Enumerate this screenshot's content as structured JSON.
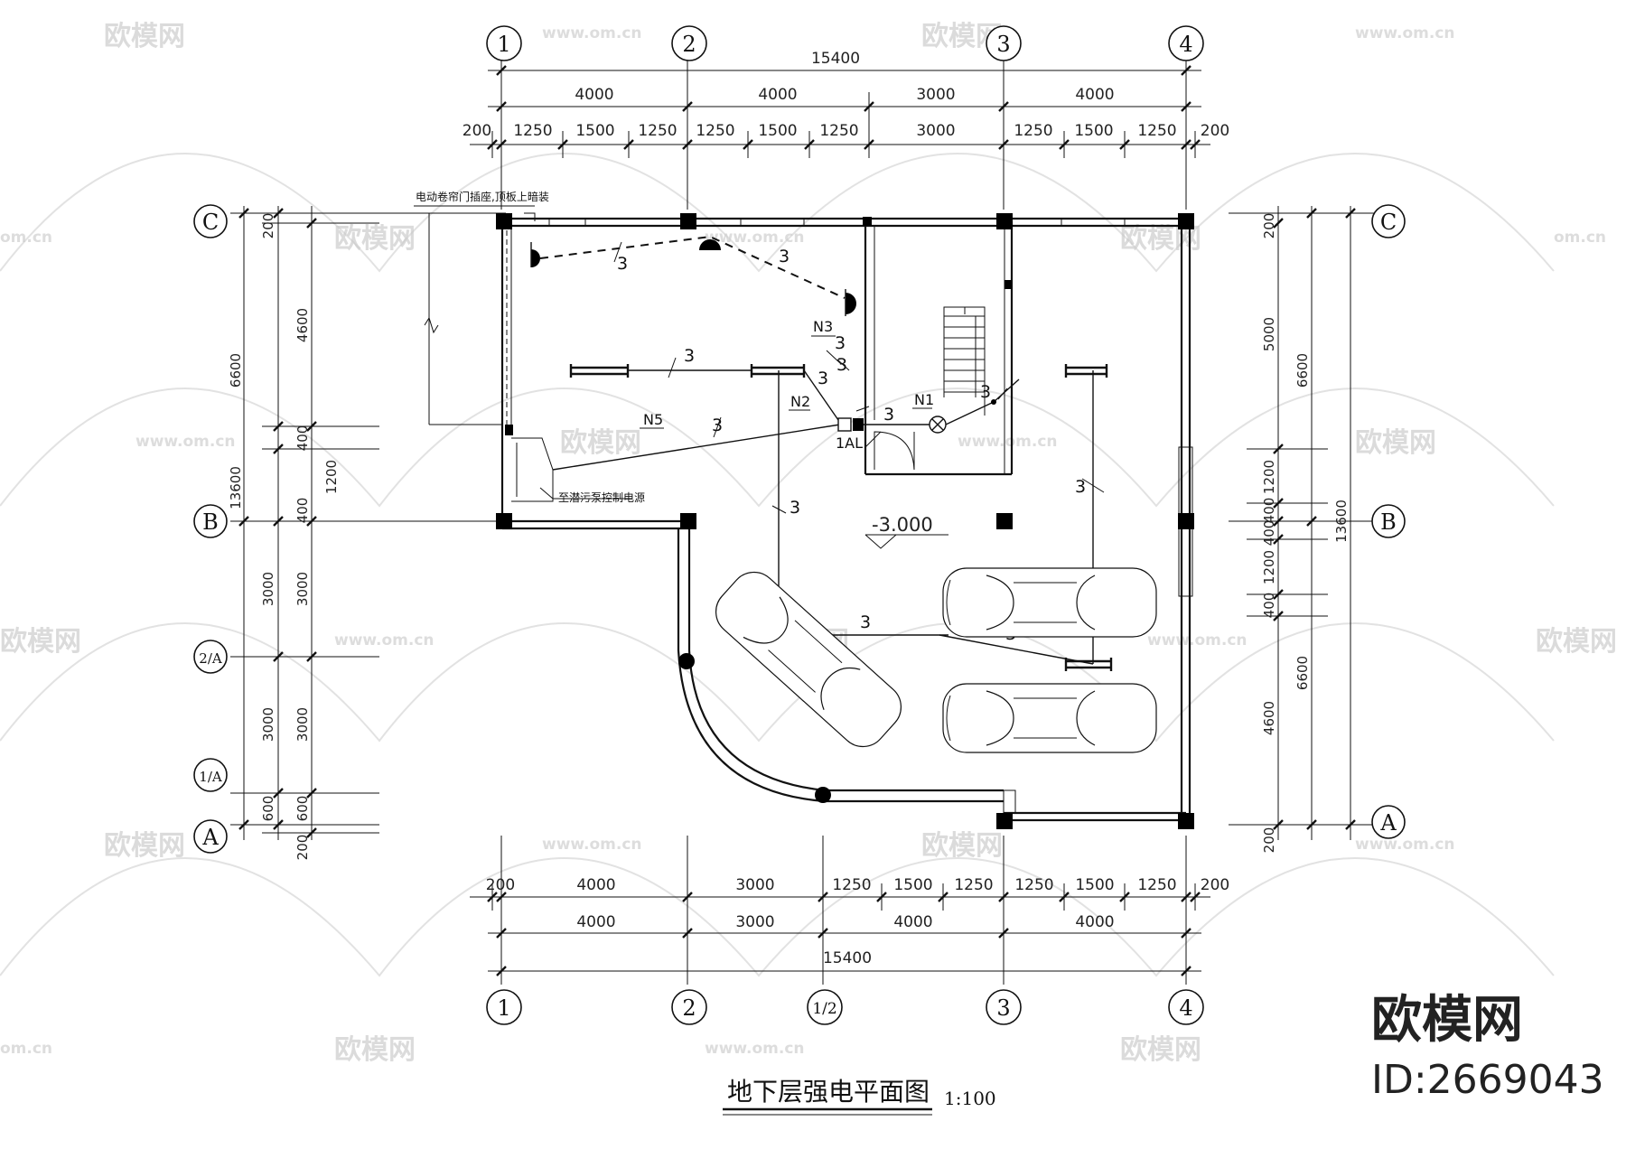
{
  "drawing": {
    "title": "地下层强电平面图",
    "scale": "1:100",
    "elevation": "-3.000"
  },
  "axes": {
    "top": [
      "1",
      "2",
      "3",
      "4"
    ],
    "bottom": [
      "1",
      "2",
      "1/2",
      "3",
      "4"
    ],
    "left": [
      "C",
      "B",
      "2/A",
      "1/A",
      "A"
    ],
    "right": [
      "C",
      "B",
      "A"
    ]
  },
  "dimensions": {
    "top_total": "15400",
    "top_mid": [
      "4000",
      "4000",
      "3000",
      "4000"
    ],
    "top_detail": [
      "200",
      "1250",
      "1500",
      "1250",
      "1250",
      "1500",
      "1250",
      "3000",
      "1250",
      "1500",
      "1250",
      "200"
    ],
    "bottom_detail": [
      "200",
      "4000",
      "3000",
      "1250",
      "1500",
      "1250",
      "1250",
      "1500",
      "1250",
      "200"
    ],
    "bottom_mid": [
      "4000",
      "3000",
      "4000",
      "4000"
    ],
    "bottom_total": "15400",
    "left_outer": [
      "6600",
      "13600"
    ],
    "left_mid": [
      "4600",
      "400",
      "400",
      "3000",
      "3000",
      "600",
      "200"
    ],
    "left_inner": [
      "200",
      "1200",
      "3000",
      "3000",
      "600"
    ],
    "right_inner": [
      "200",
      "5000",
      "1200",
      "400",
      "400",
      "1200",
      "400",
      "4600",
      "200"
    ],
    "right_mid": [
      "6600",
      "6600"
    ],
    "right_outer": "13600"
  },
  "labels": {
    "note_door": "电动卷帘门插座,顶板上暗装",
    "note_pump": "至潜污泵控制电源",
    "panel": "1AL",
    "circuits": [
      "N1",
      "N2",
      "N3",
      "N5"
    ],
    "wire_count": "3"
  },
  "watermark": {
    "brand": "欧模网",
    "url": "www.om.cn",
    "url_short": "om.cn",
    "id": "ID:2669043"
  }
}
